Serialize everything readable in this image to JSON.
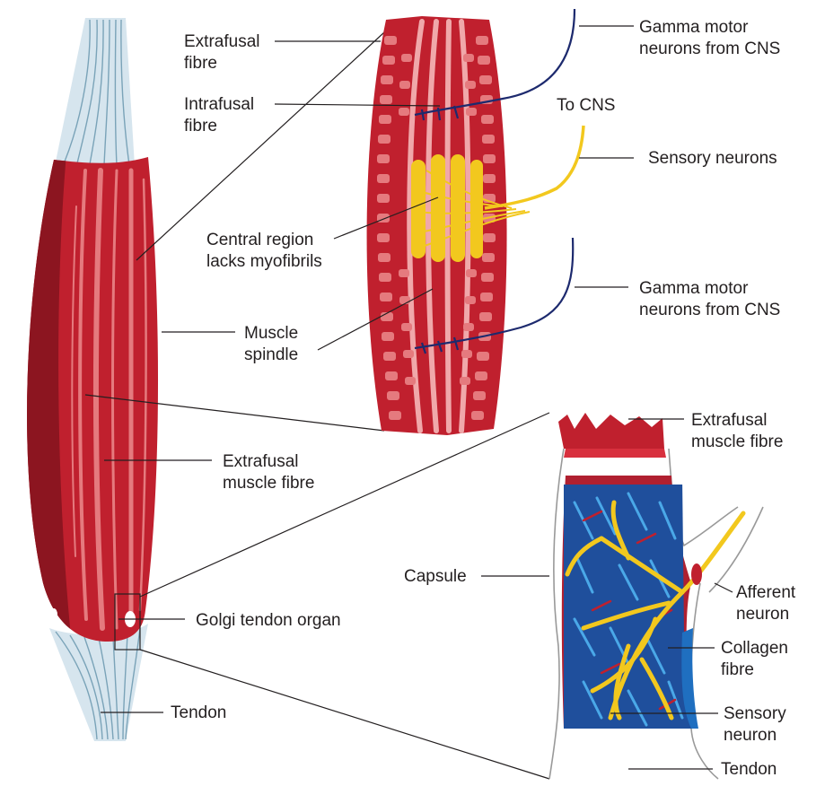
{
  "labels": {
    "extrafusal_fibre": [
      "Extrafusal",
      "fibre"
    ],
    "intrafusal_fibre": [
      "Intrafusal",
      "fibre"
    ],
    "central_region": [
      "Central region",
      "lacks myofibrils"
    ],
    "muscle_spindle": [
      "Muscle",
      "spindle"
    ],
    "extrafusal_muscle_fibre_left": [
      "Extrafusal",
      "muscle fibre"
    ],
    "golgi_tendon_organ": "Golgi tendon organ",
    "tendon_left": "Tendon",
    "gamma_motor_top": [
      "Gamma motor",
      "neurons from CNS"
    ],
    "to_cns": "To CNS",
    "sensory_neurons": "Sensory neurons",
    "gamma_motor_bottom": [
      "Gamma motor",
      "neurons from CNS"
    ],
    "extrafusal_muscle_fibre_right": [
      "Extrafusal",
      "muscle fibre"
    ],
    "capsule": "Capsule",
    "afferent_neuron": [
      "Afferent",
      "neuron"
    ],
    "collagen_fibre": [
      "Collagen",
      "fibre"
    ],
    "sensory_neuron": [
      "Sensory",
      "neuron"
    ],
    "tendon_right": "Tendon"
  },
  "colors": {
    "muscle_red": "#c0202e",
    "muscle_dark": "#8c1520",
    "muscle_light": "#e57a7e",
    "tendon_blue": "#a9c6d6",
    "nerve_navy": "#1d2a6e",
    "nerve_yellow": "#f2c81e",
    "collagen_blue": "#1f6fc0",
    "leader_line": "#231f20"
  }
}
